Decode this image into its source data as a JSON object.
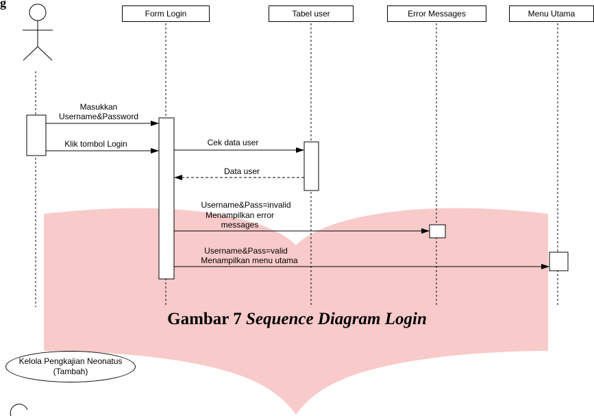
{
  "page_fragment": "g",
  "lifelines": [
    {
      "name": "Form Login"
    },
    {
      "name": "Tabel user"
    },
    {
      "name": "Error Messages"
    },
    {
      "name": "Menu Utama"
    }
  ],
  "messages": [
    {
      "line1": "Masukkan",
      "line2": "Username&Password"
    },
    {
      "line1": "Klik tombol Login"
    },
    {
      "line1": "Cek data user"
    },
    {
      "line1": "Data user"
    },
    {
      "line1": "Username&Pass=invalid",
      "line2": "Menampilkan error",
      "line3": "messages"
    },
    {
      "line1": "Username&Pass=valid",
      "line2": "Menampilkan menu utama"
    }
  ],
  "caption": {
    "prefix": "Gambar 7 ",
    "italic": "Sequence Diagram Login"
  },
  "usecase": {
    "line1": "Kelola Pengkajian Neonatus",
    "line2": "(Tambah)"
  },
  "colors": {
    "watermark": "#f9caca",
    "line": "#000000"
  }
}
